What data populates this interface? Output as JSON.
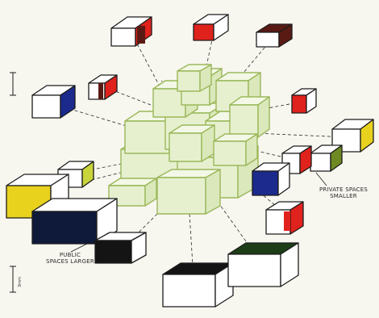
{
  "annotations": {
    "public_line1": "PUBLIC",
    "public_line2": "SPACES LARGER",
    "private_line1": "PRIVATE SPACES",
    "private_line2": "SMALLER",
    "scale_label": "3mm"
  },
  "colors": {
    "paper": "#f7f6ef",
    "ink": "#1c1c1c",
    "core_outline": "#9bb85a",
    "core_fill": "#e6f0cf",
    "red": "#e0221c",
    "blue": "#1b2a8c",
    "yellow": "#e8d21e",
    "yellow_green": "#c8d43a",
    "olive": "#6f8a22",
    "navy": "#0f1a3a",
    "black": "#141414",
    "maroon": "#5a1a14",
    "dark_green": "#1c3d16"
  }
}
